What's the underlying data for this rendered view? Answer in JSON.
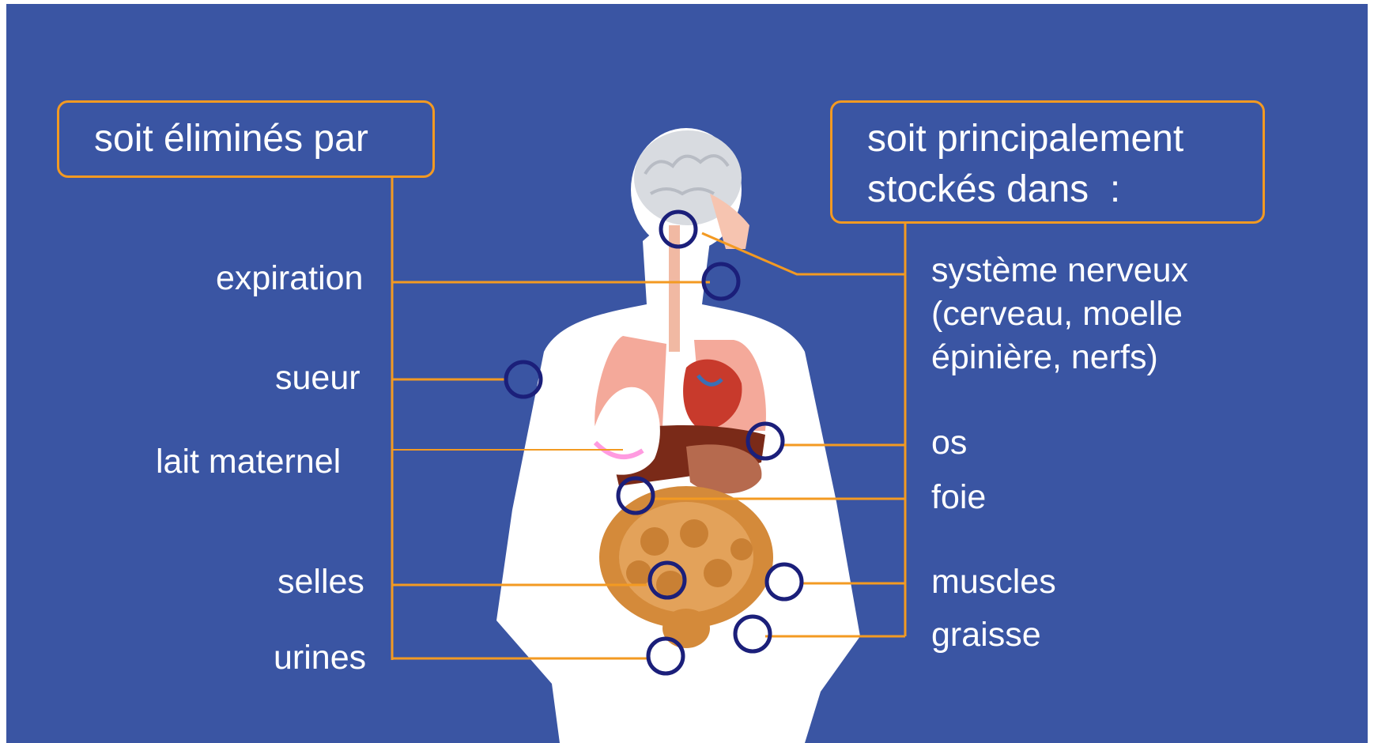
{
  "header_left": "soit éliminés par",
  "header_right_line1": "soit principalement",
  "header_right_line2": "stockés dans  :",
  "elimination": [
    {
      "key": "expiration",
      "label": "expiration"
    },
    {
      "key": "sueur",
      "label": "sueur"
    },
    {
      "key": "lait",
      "label": "lait maternel"
    },
    {
      "key": "selles",
      "label": "selles"
    },
    {
      "key": "urines",
      "label": "urines"
    }
  ],
  "storage": {
    "nerveux_line1": "système nerveux",
    "nerveux_line2": "(cerveau, moelle",
    "nerveux_line3": "épinière, nerfs)",
    "os": "os",
    "foie": "foie",
    "muscles": "muscles",
    "graisse": "graisse"
  },
  "colors": {
    "background": "#3a55a3",
    "connector": "#f39a22",
    "marker": "#1b1f7a",
    "text": "#ffffff",
    "breast_accent": "#ff9be0"
  }
}
